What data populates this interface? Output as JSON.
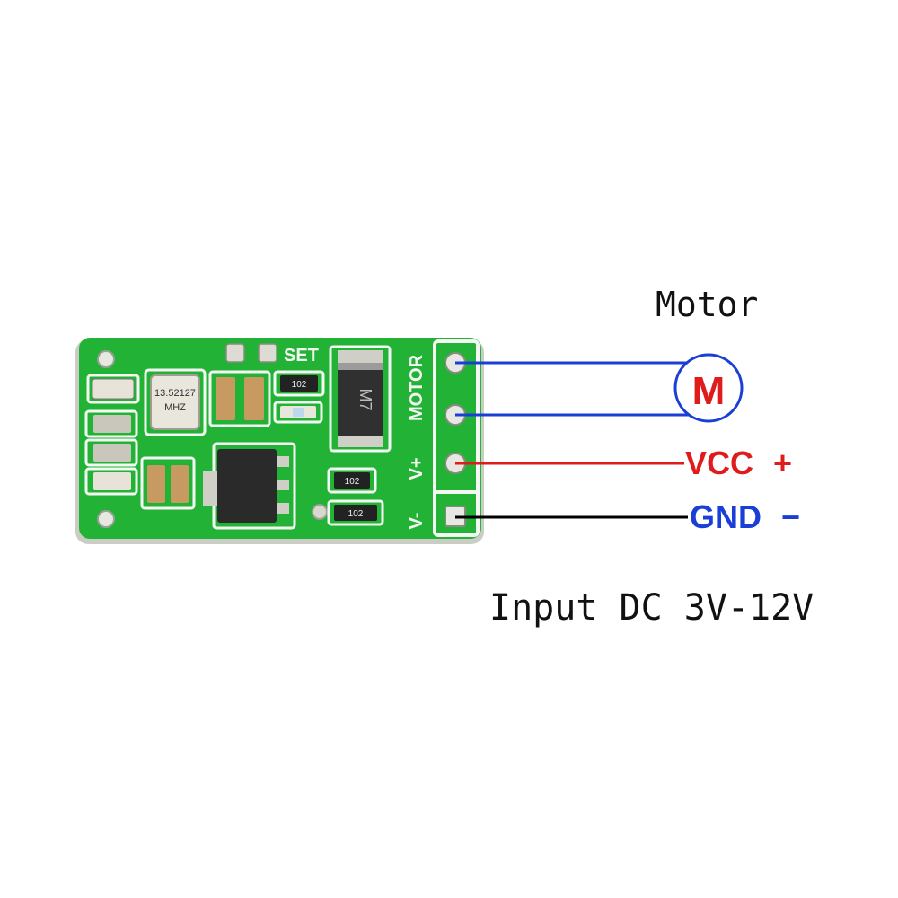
{
  "board": {
    "silk_set": "SET",
    "silk_motor": "MOTOR",
    "silk_vplus": "V+",
    "silk_vminus": "V-",
    "crystal_line1": "13.52127",
    "crystal_line2": "MHZ",
    "diode_marking": "M7",
    "resistor_marking": "102"
  },
  "motor_symbol": "M",
  "labels": {
    "motor": "Motor",
    "vcc": "VCC",
    "vcc_sign": "+",
    "gnd": "GND",
    "gnd_sign": "−",
    "input": "Input DC 3V-12V"
  },
  "colors": {
    "pcb": "#22b336",
    "silk": "#f4f8f2",
    "motor_wire": "#1a3fd6",
    "vcc_wire": "#e01b1b",
    "gnd_wire": "#000000",
    "vcc_text": "#e01b1b",
    "gnd_text": "#1a3fd6",
    "motor_symbol": "#e01b1b"
  }
}
